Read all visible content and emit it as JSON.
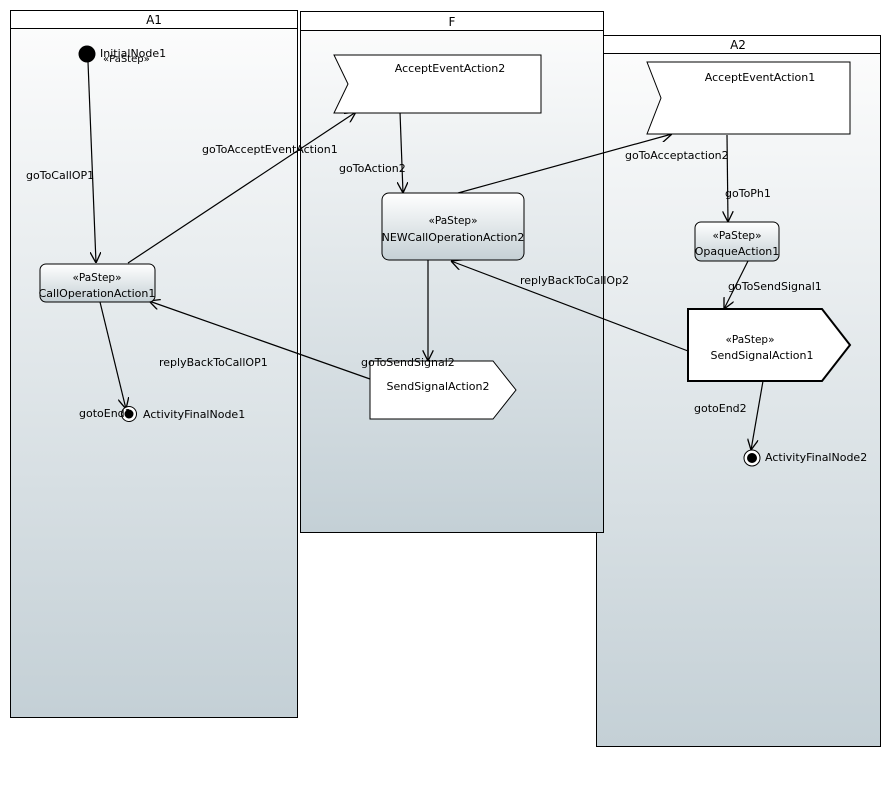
{
  "partitions": {
    "a1": "A1",
    "f": "F",
    "a2": "A2"
  },
  "nodes": {
    "initial_node": {
      "label": "InitialNode1",
      "stereotype": "«PaStep»"
    },
    "call_operation_action1": {
      "label": "CallOperationAction1",
      "stereotype": "«PaStep»"
    },
    "activity_final_node1": {
      "label": "ActivityFinalNode1"
    },
    "accept_event_action2": {
      "label": "AcceptEventAction2"
    },
    "new_call_operation_action2": {
      "label": "NEWCallOperationAction2",
      "stereotype": "«PaStep»"
    },
    "send_signal_action2": {
      "label": "SendSignalAction2"
    },
    "accept_event_action1": {
      "label": "AcceptEventAction1"
    },
    "opaque_action1": {
      "label": "OpaqueAction1",
      "stereotype": "«PaStep»"
    },
    "send_signal_action1": {
      "label": "SendSignalAction1",
      "stereotype": "«PaStep»"
    },
    "activity_final_node2": {
      "label": "ActivityFinalNode2"
    }
  },
  "flows": {
    "go_to_call_op1": "goToCallOP1",
    "go_to_accept_event_action1": "goToAcceptEventAction1",
    "goto_end1": "gotoEnd1",
    "reply_back_to_call_op1": "replyBackToCallOP1",
    "go_to_action2": "goToAction2",
    "go_to_send_signal2": "goToSendSignal2",
    "reply_back_to_call_op2": "replyBackToCallOp2",
    "go_to_acceptaction2": "goToAcceptaction2",
    "go_to_ph1": "goToPh1",
    "go_to_send_signal1": "goToSendSignal1",
    "goto_end2": "gotoEnd2"
  },
  "colors": {
    "gradient_top": "#fdfdfd",
    "gradient_bottom": "#c4d0d6",
    "stroke": "#000000"
  }
}
